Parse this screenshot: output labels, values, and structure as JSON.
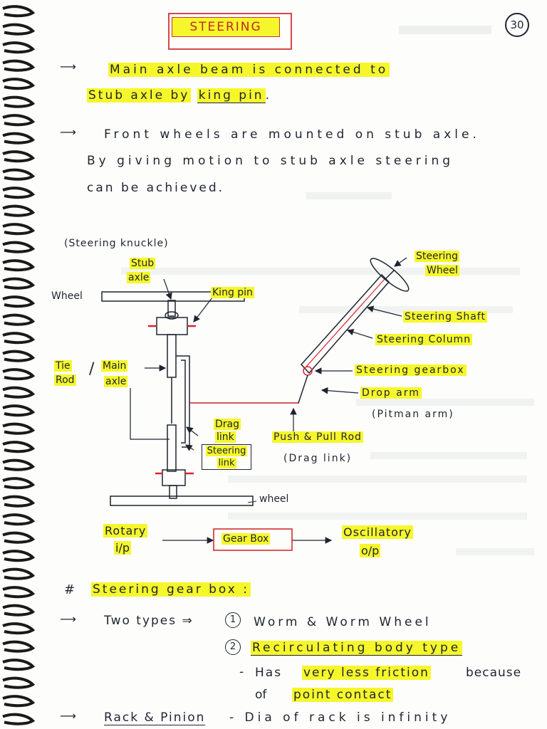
{
  "page_number": "30",
  "title": "STEERING",
  "intro": {
    "line1": "Main axle beam is connected to",
    "line2a": "Stub axle by",
    "line2b": "king pin",
    "para2_l1": "Front wheels are mounted on stub axle.",
    "para2_l2": "By giving motion to stub axle steering",
    "para2_l3": "can be achieved."
  },
  "diagram": {
    "knuckle_caption": "(Steering knuckle)",
    "stub": "Stub",
    "axle": "axle",
    "wheel_top": "Wheel",
    "king_pin": "King pin",
    "tie": "Tie",
    "rod": "Rod",
    "main": "Main",
    "main_axle": "axle",
    "drag": "Drag",
    "link": "link",
    "steering_link_1": "Steering",
    "steering_link_2": "link",
    "wheel_bottom": "wheel",
    "steering_wheel_1": "Steering",
    "steering_wheel_2": "Wheel",
    "steering_shaft": "Steering Shaft",
    "steering_column": "Steering Column",
    "steering_gearbox": "Steering gearbox",
    "drop_arm": "Drop arm",
    "pitman_arm": "(Pitman arm)",
    "push_pull": "Push & Pull Rod",
    "drag_link_paren": "(Drag link)"
  },
  "flow": {
    "rotary": "Rotary",
    "ip": "i/p",
    "gear_box": "Gear Box",
    "oscillatory": "Oscillatory",
    "op": "o/p"
  },
  "gearbox": {
    "heading_hash": "#",
    "heading": "Steering gear box :",
    "types_label": "Two types ⇒",
    "n1": "1",
    "type1": "Worm & Worm Wheel",
    "n2": "2",
    "type2": "Recirculating body type",
    "friction_dash": "-",
    "friction_a": "Has",
    "friction_b": "very less friction",
    "friction_c": "because",
    "point_a": "of",
    "point_b": "point contact",
    "rack_a": "Rack & Pinion",
    "rack_b": "- Dia of rack is infinity"
  }
}
